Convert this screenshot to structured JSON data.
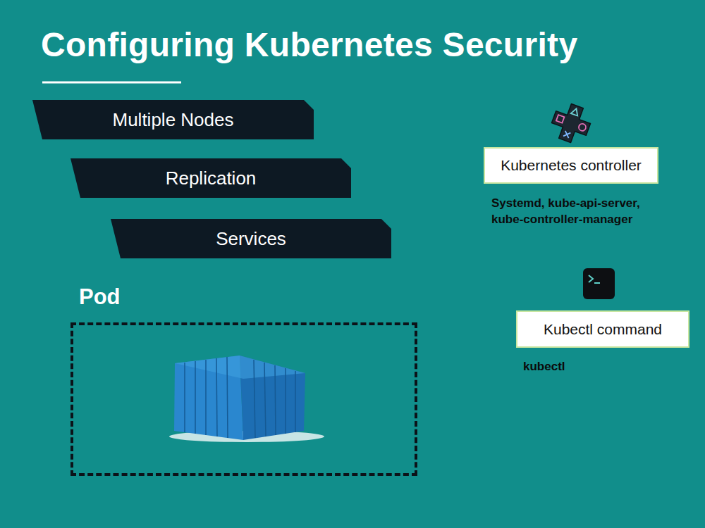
{
  "diagram": {
    "title": "Configuring Kubernetes Security",
    "nodes": [
      {
        "text": [
          "Multiple Nodes"
        ]
      },
      {
        "text": [
          "Replication"
        ]
      },
      {
        "text": [
          "Services"
        ]
      },
      {
        "text": [
          "Pod"
        ]
      },
      {
        "text": [
          "Kubernetes controller"
        ]
      },
      {
        "text": [
          "Kubectl command"
        ]
      }
    ],
    "labels": [
      "Systemd, kube-api-server, kube-controller-manager",
      "kubectl"
    ]
  }
}
